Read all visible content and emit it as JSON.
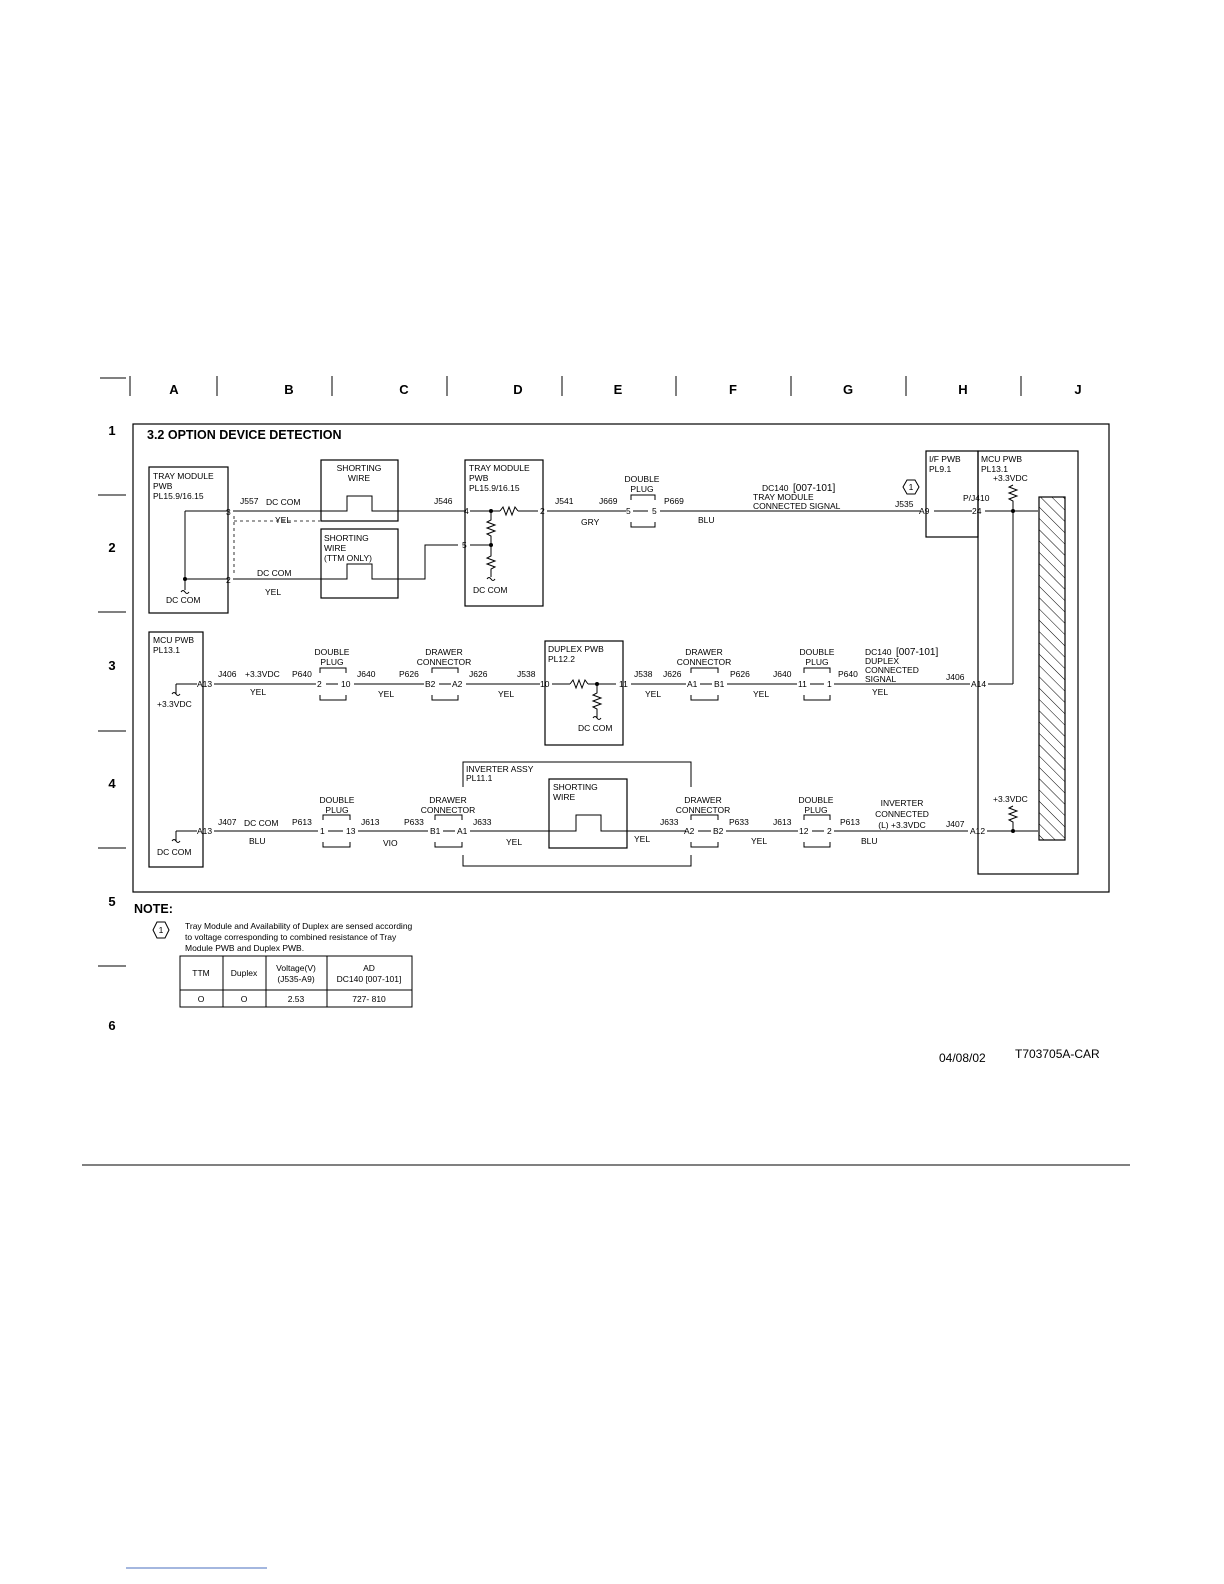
{
  "grid": {
    "columns": [
      "A",
      "B",
      "C",
      "D",
      "E",
      "F",
      "G",
      "H",
      "J"
    ],
    "rows": [
      "1",
      "2",
      "3",
      "4",
      "5",
      "6"
    ]
  },
  "title": "3.2 OPTION DEVICE DETECTION",
  "components": {
    "tray_pwb_left": [
      "TRAY MODULE",
      "PWB",
      "PL15.9/16.15"
    ],
    "shorting_wire_1": [
      "SHORTING",
      "WIRE"
    ],
    "shorting_wire_ttm": [
      "SHORTING",
      "WIRE",
      "(TTM ONLY)"
    ],
    "tray_pwb_right": [
      "TRAY MODULE",
      "PWB",
      "PL15.9/16.15"
    ],
    "double_plug_1": [
      "DOUBLE",
      "PLUG"
    ],
    "if_pwb": [
      "I/F PWB",
      "PL9.1"
    ],
    "mcu_pwb_right": [
      "MCU PWB",
      "PL13.1",
      "+3.3VDC"
    ],
    "mcu_pwb_left": [
      "MCU PWB",
      "PL13.1"
    ],
    "duplex_pwb": [
      "DUPLEX PWB",
      "PL12.2"
    ],
    "inverter_assy": [
      "INVERTER ASSY",
      "PL11.1"
    ],
    "shorting_wire_inv": [
      "SHORTING",
      "WIRE"
    ],
    "double_plug": [
      "DOUBLE",
      "PLUG"
    ],
    "drawer_connector": [
      "DRAWER",
      "CONNECTOR"
    ]
  },
  "labels": {
    "dc_com": "DC COM",
    "yel": "YEL",
    "gry": "GRY",
    "blu": "BLU",
    "vio": "VIO",
    "v33": "+3.3VDC",
    "j557": "J557",
    "j546": "J546",
    "j541": "J541",
    "j669": "J669",
    "p669": "P669",
    "j535": "J535",
    "pj410": "P/J410",
    "n3": "3",
    "n2": "2",
    "n4": "4",
    "n5": "5",
    "n24": "24",
    "a9": "A9",
    "j406": "J406",
    "p640": "P640",
    "j640": "J640",
    "p626": "P626",
    "j626": "J626",
    "j538": "J538",
    "n10": "10",
    "n11": "11",
    "n1": "1",
    "n12": "12",
    "n13": "13",
    "a13": "A13",
    "a14": "A14",
    "a12": "A12",
    "a2": "A2",
    "a1": "A1",
    "b1": "B1",
    "b2": "B2",
    "j407": "J407",
    "p613": "P613",
    "j613": "J613",
    "p633": "P633",
    "j633": "J633"
  },
  "signals": {
    "tray_dc": "DC140",
    "tray_code": "[007-101]",
    "tray_name": [
      "TRAY MODULE",
      "CONNECTED SIGNAL"
    ],
    "duplex_dc": "DC140",
    "duplex_code": "[007-101]",
    "duplex_name": [
      "DUPLEX",
      "CONNECTED",
      "SIGNAL"
    ],
    "inverter_name": [
      "INVERTER",
      "CONNECTED",
      "(L) +3.3VDC"
    ],
    "marker": "1"
  },
  "note": {
    "heading": "NOTE:",
    "marker": "1",
    "lines": [
      "Tray Module and Availability of Duplex are sensed according",
      "to voltage corresponding to combined resistance of Tray",
      "Module PWB and Duplex PWB."
    ],
    "table": {
      "headers": [
        [
          "TTM"
        ],
        [
          "Duplex"
        ],
        [
          "Voltage(V)",
          "(J535-A9)"
        ],
        [
          "AD",
          "DC140 [007-101]"
        ]
      ],
      "rows": [
        [
          "O",
          "O",
          "2.53",
          "727- 810"
        ]
      ]
    }
  },
  "footer": {
    "date": "04/08/02",
    "code": "T703705A-CAR"
  }
}
